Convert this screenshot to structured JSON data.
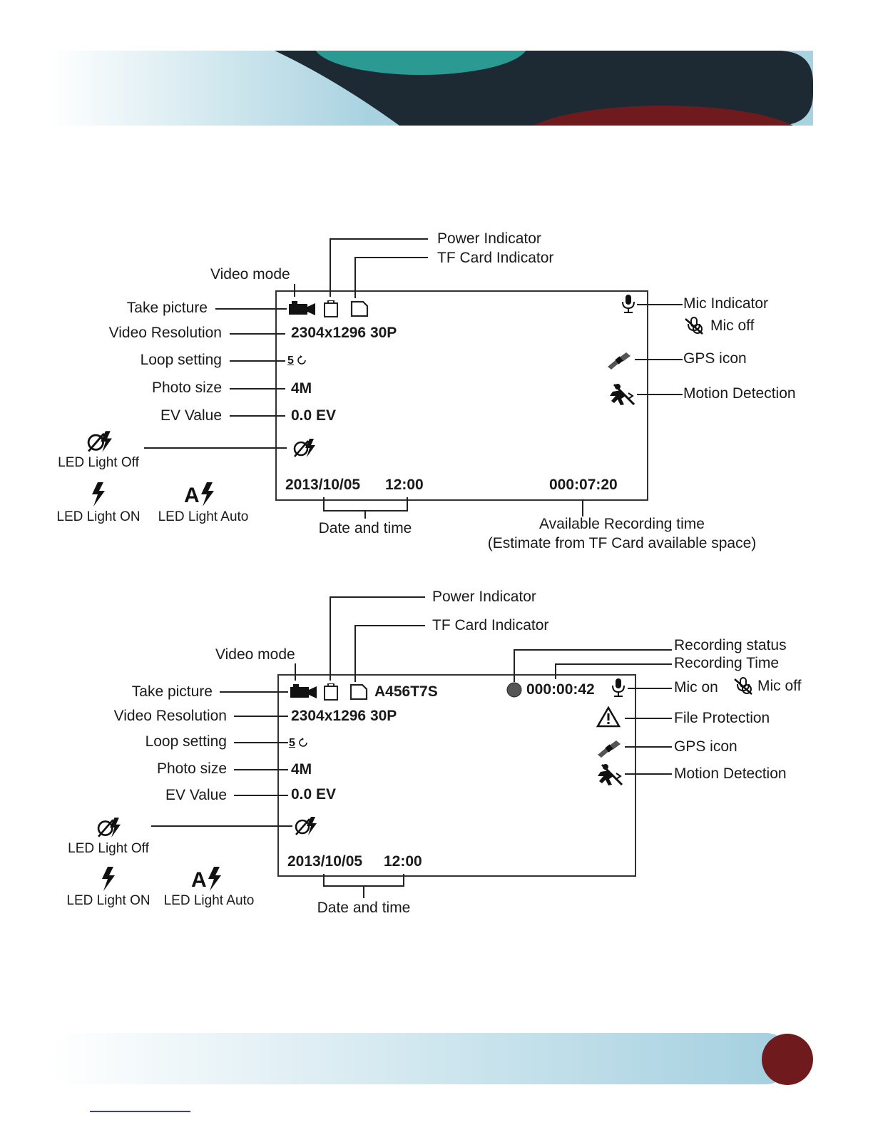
{
  "colors": {
    "teal": "#2a9a92",
    "navy": "#1d2a33",
    "maroon": "#6f1b1e",
    "light_blue": "#a8d2e0",
    "link": "#3a3ab8"
  },
  "diagram1": {
    "power_indicator": "Power Indicator",
    "tf_card_indicator": "TF Card Indicator",
    "video_mode": "Video mode",
    "take_picture": "Take picture",
    "video_resolution": "Video Resolution",
    "loop_setting": "Loop setting",
    "photo_size": "Photo size",
    "ev_value": "EV Value",
    "led_light_off": "LED Light Off",
    "led_light_on": "LED Light ON",
    "led_light_auto": "LED Light Auto",
    "mic_indicator": "Mic Indicator",
    "mic_off": "Mic off",
    "gps_icon": "GPS icon",
    "motion_detection": "Motion Detection",
    "date_and_time": "Date and time",
    "available_time_line1": "Available Recording time",
    "available_time_line2": "(Estimate from TF Card available space)",
    "screen": {
      "resolution": "2304x1296 30P",
      "loop": "5",
      "photo": "4M",
      "ev": "0.0 EV",
      "date": "2013/10/05",
      "time": "12:00",
      "remaining": "000:07:20"
    }
  },
  "diagram2": {
    "power_indicator": "Power Indicator",
    "tf_card_indicator": "TF Card Indicator",
    "video_mode": "Video mode",
    "recording_status": "Recording status",
    "recording_time": "Recording Time",
    "take_picture": "Take picture",
    "video_resolution": "Video Resolution",
    "loop_setting": "Loop setting",
    "photo_size": "Photo size",
    "ev_value": "EV Value",
    "led_light_off": "LED Light Off",
    "led_light_on": "LED Light ON",
    "led_light_auto": "LED Light Auto",
    "mic_on": "Mic on",
    "mic_off": "Mic off",
    "file_protection": "File Protection",
    "gps_icon": "GPS icon",
    "motion_detection": "Motion Detection",
    "date_and_time": "Date and time",
    "screen": {
      "file_name": "A456T7S",
      "rec_time": "000:00:42",
      "resolution": "2304x1296 30P",
      "loop": "5",
      "photo": "4M",
      "ev": "0.0 EV",
      "date": "2013/10/05",
      "time": "12:00"
    }
  },
  "icon_names": {
    "flash_auto_letter": "A"
  }
}
